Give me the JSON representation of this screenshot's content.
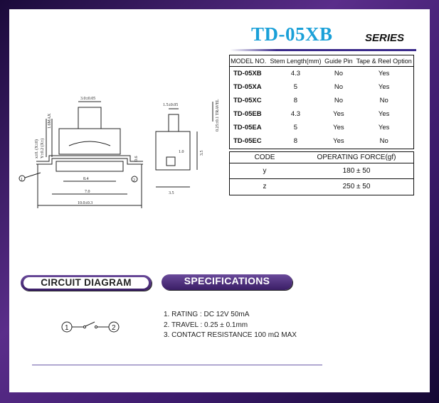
{
  "title": {
    "main": "TD-05XB",
    "sub": "SERIES"
  },
  "model_table": {
    "headers": [
      "MODEL NO.",
      "Stem Length(mm)",
      "Guide Pin",
      "Tape & Reel Option"
    ],
    "rows": [
      [
        "TD-05XB",
        "4.3",
        "No",
        "Yes"
      ],
      [
        "TD-05XA",
        "5",
        "No",
        "Yes"
      ],
      [
        "TD-05XC",
        "8",
        "No",
        "No"
      ],
      [
        "TD-05EB",
        "4.3",
        "Yes",
        "Yes"
      ],
      [
        "TD-05EA",
        "5",
        "Yes",
        "Yes"
      ],
      [
        "TD-05EC",
        "8",
        "Yes",
        "No"
      ]
    ]
  },
  "force_table": {
    "headers": [
      "CODE",
      "OPERATING FORCE(gf)"
    ],
    "rows": [
      [
        "y",
        "180 ± 50"
      ],
      [
        "z",
        "250 ± 50"
      ]
    ]
  },
  "drawing_labels": {
    "top_width": "3.0±0.05",
    "side_top": "1.5±0.05",
    "height_a": "1.6MAX",
    "stem_a": "x±0. (X±0)",
    "stem_b": "Y±0.2 (X±)",
    "travel": "0.25±0.1 TRAVEL",
    "base_inner": "8.4",
    "base_mid": "7.0",
    "base_total": "10.0±0.3",
    "side_width": "3.5",
    "side_height": "3.5",
    "side_small": "1.0",
    "lead": "0.6",
    "callout_1": "1",
    "callout_2": "2"
  },
  "circuit": {
    "heading": "CIRCUIT DIAGRAM",
    "pin1": "1",
    "pin2": "2"
  },
  "specifications": {
    "heading": "SPECIFICATIONS",
    "items": [
      "1. RATING : DC 12V  50mA",
      "2. TRAVEL : 0.25 ± 0.1mm",
      "3. CONTACT  RESISTANCE 100 mΩ MAX"
    ]
  },
  "colors": {
    "title": "#1aa0d8",
    "frame": "#3b1a6b",
    "pill": "#4a2a78"
  }
}
